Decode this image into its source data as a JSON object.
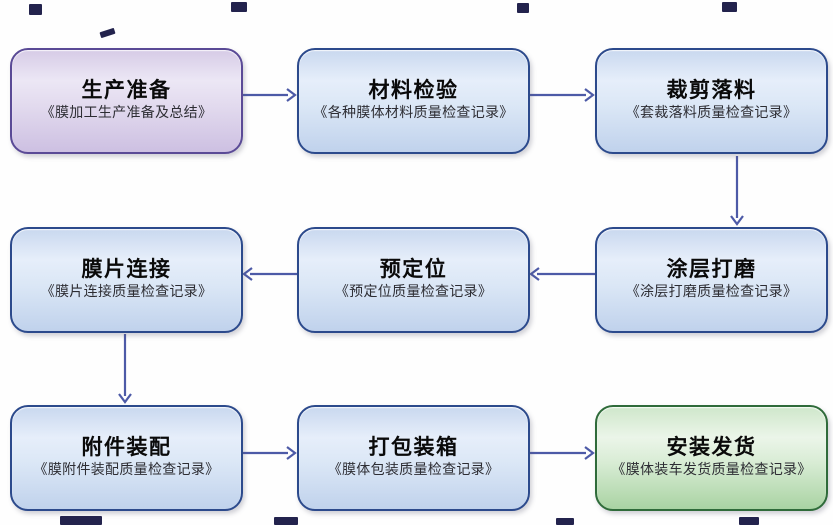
{
  "diagram": {
    "title": "production-process-flowchart",
    "nodes": [
      {
        "title": "生产准备",
        "doc": "《膜加工生产准备及总结》",
        "variant": "purple"
      },
      {
        "title": "材料检验",
        "doc": "《各种膜体材料质量检查记录》",
        "variant": "blue"
      },
      {
        "title": "裁剪落料",
        "doc": "《套裁落料质量检查记录》",
        "variant": "blue"
      },
      {
        "title": "膜片连接",
        "doc": "《膜片连接质量检查记录》",
        "variant": "blue"
      },
      {
        "title": "预定位",
        "doc": "《预定位质量检查记录》",
        "variant": "blue"
      },
      {
        "title": "涂层打磨",
        "doc": "《涂层打磨质量检查记录》",
        "variant": "blue"
      },
      {
        "title": "附件装配",
        "doc": "《膜附件装配质量检查记录》",
        "variant": "blue"
      },
      {
        "title": "打包装箱",
        "doc": "《膜体包装质量检查记录》",
        "variant": "blue"
      },
      {
        "title": "安装发货",
        "doc": "《膜体装车发货质量检查记录》",
        "variant": "green"
      }
    ],
    "connections": [
      {
        "from": "生产准备",
        "to": "材料检验",
        "direction": "right"
      },
      {
        "from": "材料检验",
        "to": "裁剪落料",
        "direction": "right"
      },
      {
        "from": "裁剪落料",
        "to": "涂层打磨",
        "direction": "down"
      },
      {
        "from": "涂层打磨",
        "to": "预定位",
        "direction": "left"
      },
      {
        "from": "预定位",
        "to": "膜片连接",
        "direction": "left"
      },
      {
        "from": "膜片连接",
        "to": "附件装配",
        "direction": "down"
      },
      {
        "from": "附件装配",
        "to": "打包装箱",
        "direction": "right"
      },
      {
        "from": "打包装箱",
        "to": "安装发货",
        "direction": "right"
      }
    ],
    "colors": {
      "arrow": "#4d5aa7",
      "purple_border": "#5a4a96",
      "blue_border": "#2c4a8c",
      "green_border": "#2f6b3a",
      "purple_fill_top": "#d6cbe6",
      "purple_fill_bottom": "#cdc0e2",
      "blue_fill_top": "#c9d8ef",
      "blue_fill_bottom": "#c0d2ec",
      "green_fill_top": "#cfe7cb",
      "green_fill_bottom": "#a9d3a3"
    }
  }
}
